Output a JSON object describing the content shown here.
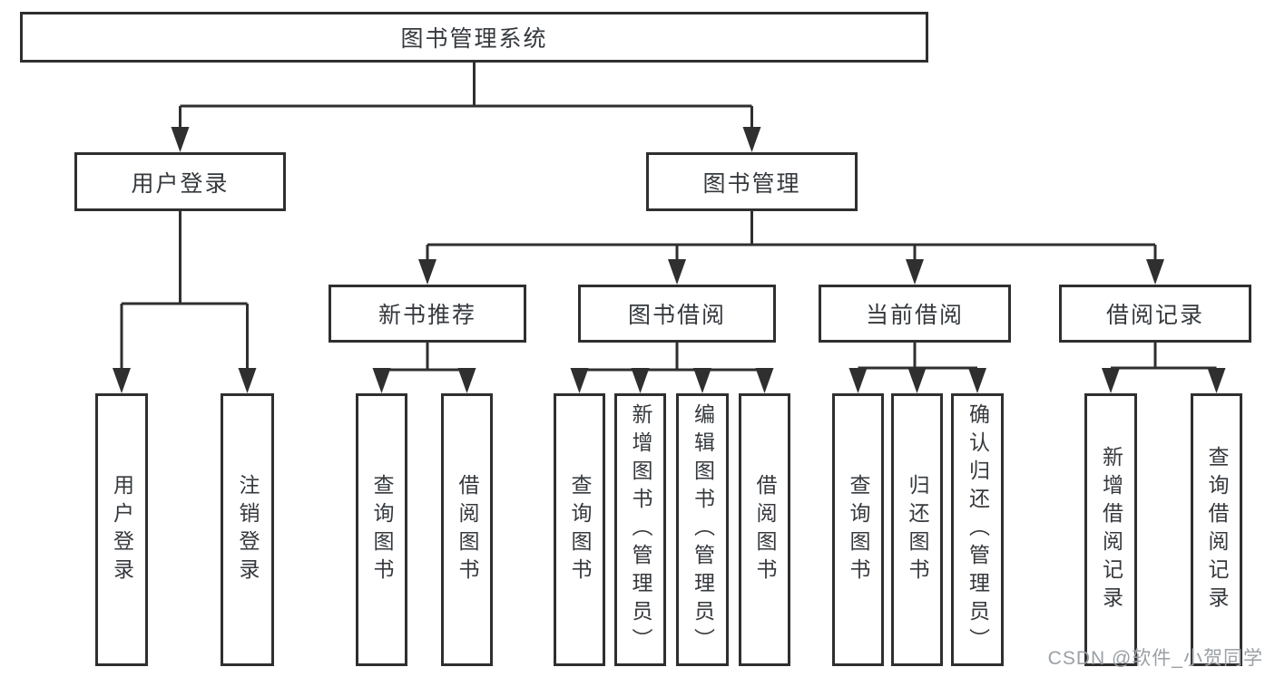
{
  "diagram": {
    "root": {
      "label": "图书管理系统"
    },
    "level2": {
      "user_login": {
        "label": "用户登录"
      },
      "book_management": {
        "label": "图书管理"
      }
    },
    "user_login_children": {
      "login": {
        "label": "用户登录"
      },
      "logout": {
        "label": "注销登录"
      }
    },
    "modules": {
      "new_book": {
        "label": "新书推荐",
        "children": {
          "query_book": {
            "label": "查询图书"
          },
          "borrow_book": {
            "label": "借阅图书"
          }
        }
      },
      "book_borrow": {
        "label": "图书借阅",
        "children": {
          "query_book": {
            "label": "查询图书"
          },
          "add_book_admin": {
            "label": "新增图书（管理员）"
          },
          "edit_book_admin": {
            "label": "编辑图书（管理员）"
          },
          "borrow_book": {
            "label": "借阅图书"
          }
        }
      },
      "current_borrow": {
        "label": "当前借阅",
        "children": {
          "query_book": {
            "label": "查询图书"
          },
          "return_book": {
            "label": "归还图书"
          },
          "confirm_return_admin": {
            "label": "确认归还（管理员）"
          }
        }
      },
      "borrow_records": {
        "label": "借阅记录",
        "children": {
          "add_record": {
            "label": "新增借阅记录"
          },
          "query_record": {
            "label": "查询借阅记录"
          }
        }
      }
    },
    "line_color": "#2f2f2f"
  },
  "watermark": {
    "text": "CSDN @软件_小贺同学",
    "color": "#9aa0a6"
  }
}
